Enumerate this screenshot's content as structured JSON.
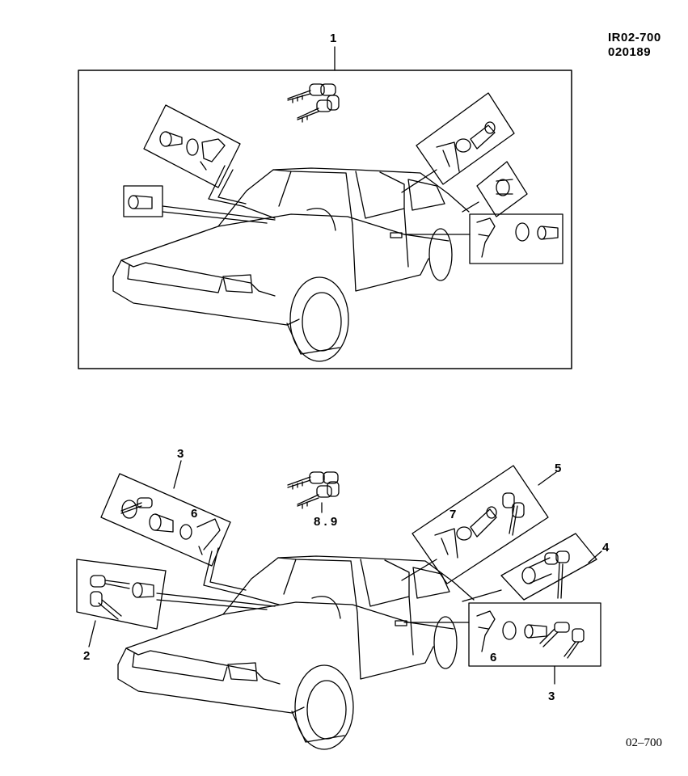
{
  "header": {
    "code_line1": "IR02-700",
    "code_line2": "020189"
  },
  "top_assembly": {
    "callout": "1"
  },
  "bottom_assembly": {
    "callouts": {
      "c3_upper": "3",
      "c6_upper": "6",
      "c8_9": "8 . 9",
      "c5": "5",
      "c7": "7",
      "c4": "4",
      "c2": "2",
      "c6_lower": "6",
      "c3_lower": "3"
    }
  },
  "footer": {
    "page_ref": "02–700"
  }
}
